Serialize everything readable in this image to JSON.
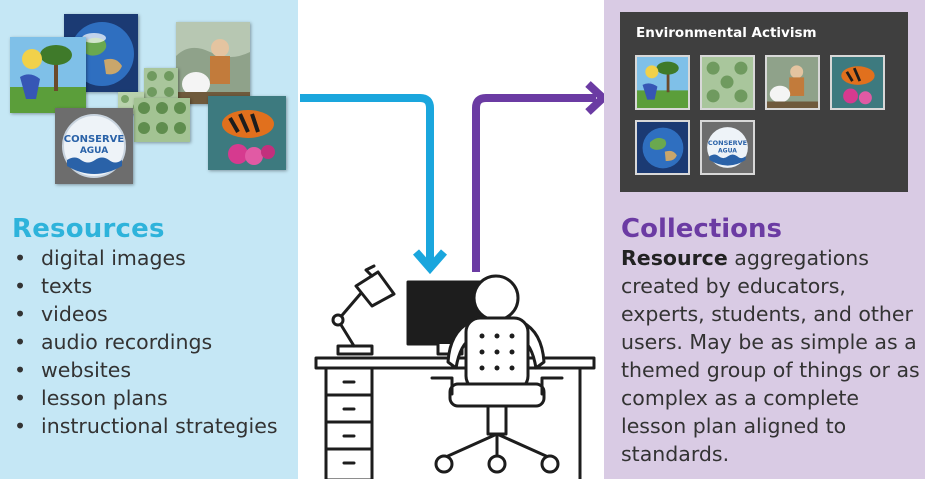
{
  "resources": {
    "title": "Resources",
    "items": [
      "digital images",
      "texts",
      "videos",
      "audio recordings",
      "websites",
      "lesson plans",
      "instructional strategies"
    ],
    "badge_line1": "CONSERVE",
    "badge_line2": "AGUA"
  },
  "collections": {
    "box_title": "Environmental Activism",
    "title": "Collections",
    "desc_bold": "Resource",
    "desc_rest": " aggregations created by educators, experts, students, and other users. May be as simple as a themed group of things or as complex as a complete lesson plan aligned to standards.",
    "thumb_badge_line1": "CONSERVE",
    "thumb_badge_line2": "AGUA"
  },
  "colors": {
    "resources_panel": "#c5e7f5",
    "resources_title": "#2eb3db",
    "collections_panel": "#d9cbe4",
    "collections_title": "#6b3ba3",
    "blue_arrow": "#1aa6dd",
    "purple_arrow": "#6b3ba3"
  }
}
